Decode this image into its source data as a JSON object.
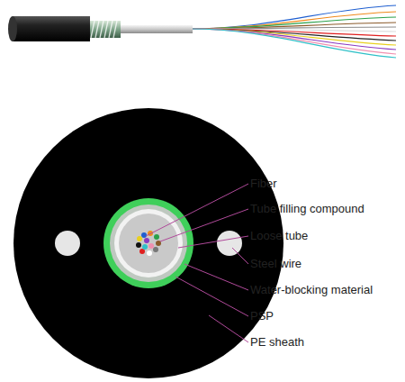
{
  "diagram": {
    "labels": [
      "Fiber",
      "Tube filling compound",
      "Loose tube",
      "Steel wire",
      "Water-blocking material",
      "PSP",
      "PE sheath"
    ]
  }
}
